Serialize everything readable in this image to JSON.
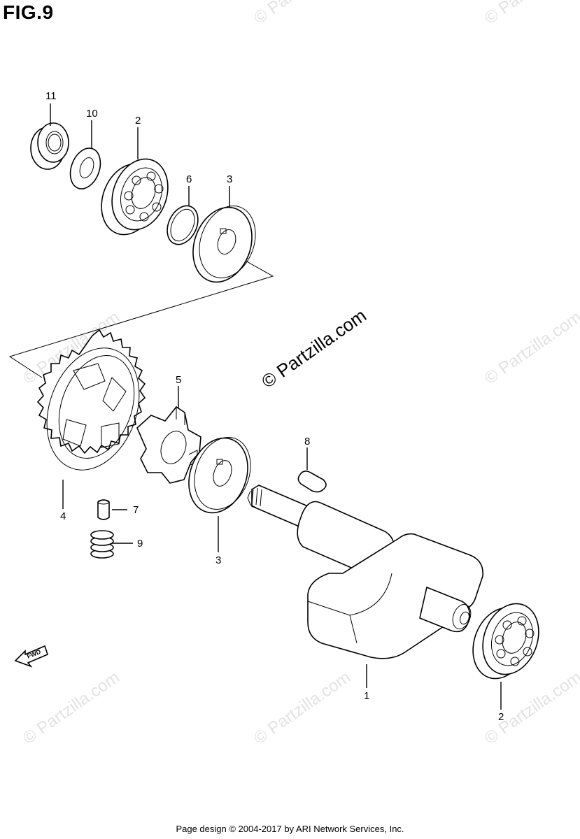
{
  "title": "FIG.9",
  "footer": "Page design © 2004-2017 by ARI Network Services, Inc.",
  "watermark_main": "© Partzilla.com",
  "watermark_faint": "© Partzilla.com",
  "fwd_label": "FWD",
  "callouts": {
    "c1": "1",
    "c2a": "2",
    "c2b": "2",
    "c3a": "3",
    "c3b": "3",
    "c4": "4",
    "c5": "5",
    "c6": "6",
    "c7": "7",
    "c8": "8",
    "c9": "9",
    "c10": "10",
    "c11": "11"
  }
}
